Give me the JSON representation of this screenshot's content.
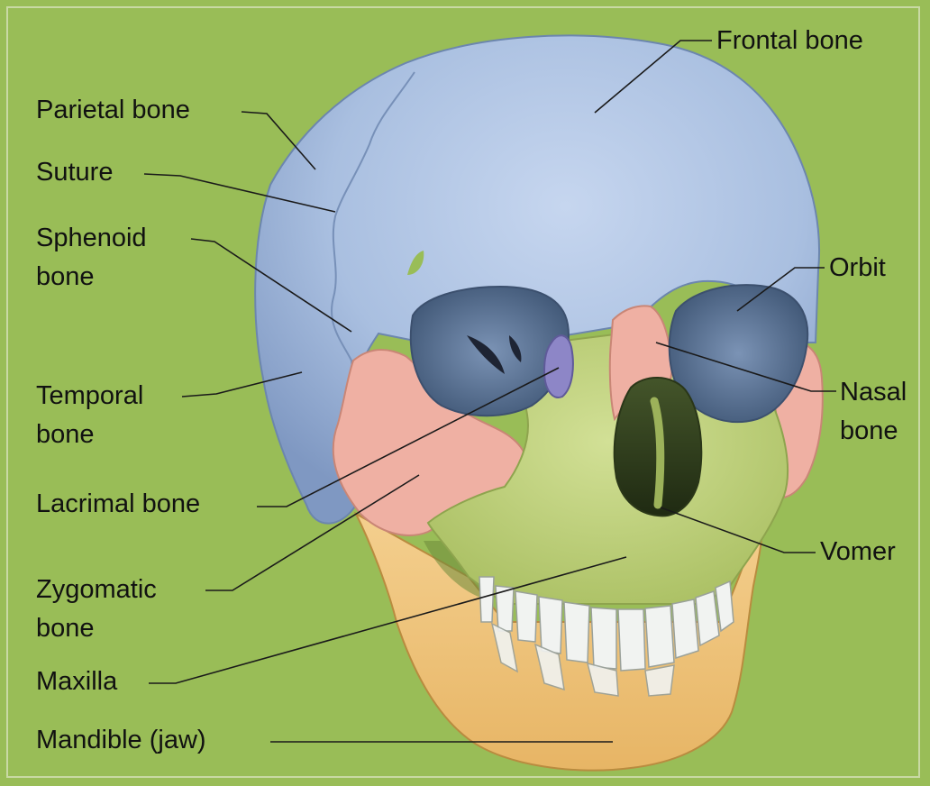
{
  "labels": {
    "frontal": "Frontal bone",
    "parietal": "Parietal bone",
    "suture": "Suture",
    "sphenoid": "Sphenoid\nbone",
    "temporal": "Temporal\nbone",
    "lacrimal": "Lacrimal bone",
    "zygomatic": "Zygomatic\nbone",
    "maxilla": "Maxilla",
    "mandible": "Mandible (jaw)",
    "orbit": "Orbit",
    "nasal": "Nasal\nbone",
    "vomer": "Vomer"
  },
  "colors": {
    "background": "#99bd57",
    "frontal_parietal": "#a9bfe0",
    "orbit": "#6d87aa",
    "zygomatic_nasal": "#efb0a3",
    "maxilla": "#bfd37b",
    "mandible": "#f2c57b",
    "lacrimal": "#8d86c7",
    "teeth": "#f1f3f1"
  }
}
